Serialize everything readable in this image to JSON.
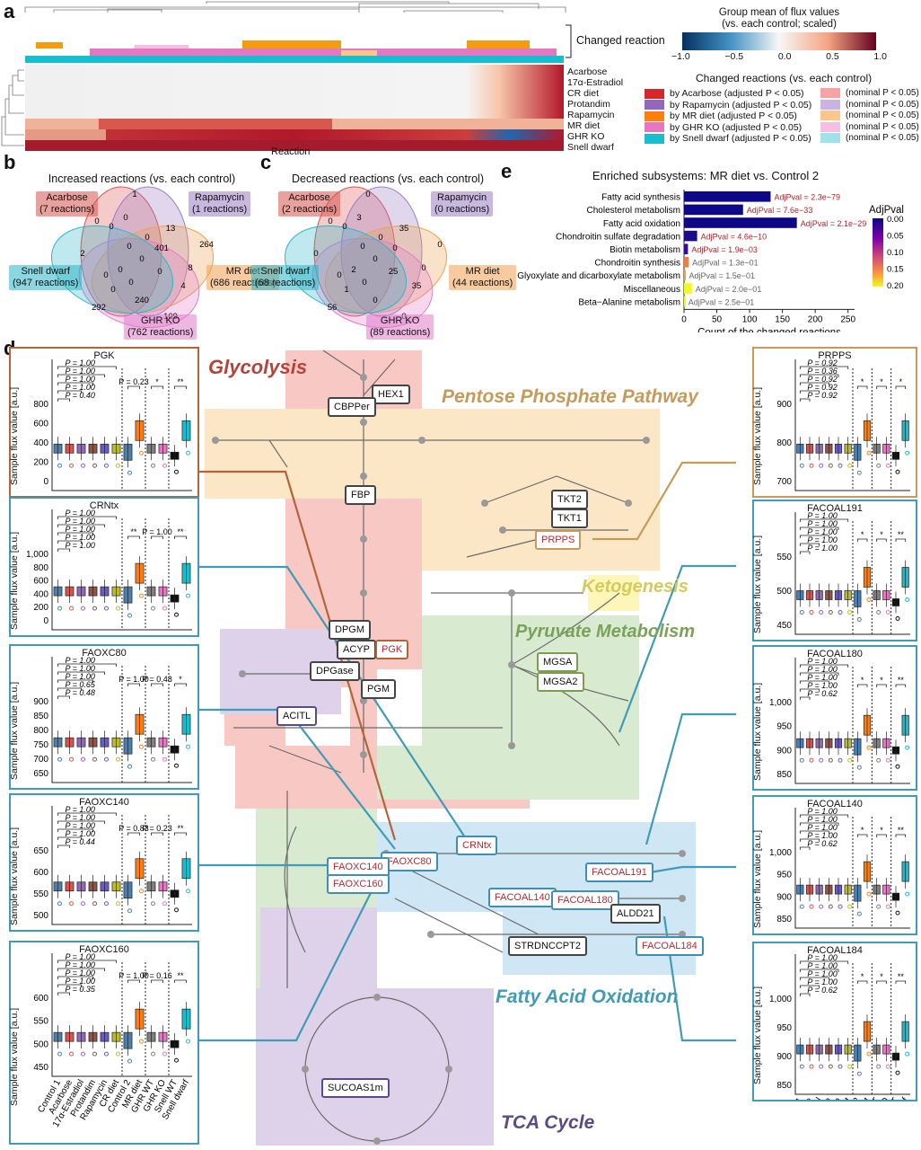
{
  "panels": {
    "a": "a",
    "b": "b",
    "c": "c",
    "d": "d",
    "e": "e"
  },
  "heatmap": {
    "changed_reaction_label": "Changed reaction",
    "xlabel": "Reaction",
    "rows": [
      "Acarbose",
      "17α-Estradiol",
      "CR diet",
      "Protandim",
      "Rapamycin",
      "MR diet",
      "GHR KO",
      "Snell dwarf"
    ],
    "colorbar_title": "Group mean of flux values\n(vs. each control; scaled)",
    "colorbar_ticks": [
      "−1.0",
      "−0.5",
      "0.0",
      "0.5",
      "1.0"
    ],
    "legend_title": "Changed reactions (vs. each control)",
    "legend_adjusted": [
      {
        "label": "by Acarbose (adjusted P < 0.05)",
        "color": "#d62728"
      },
      {
        "label": "by Rapamycin (adjusted P < 0.05)",
        "color": "#9467bd"
      },
      {
        "label": "by MR diet (adjusted P < 0.05)",
        "color": "#ff7f0e"
      },
      {
        "label": "by GHR KO (adjusted P < 0.05)",
        "color": "#e377c2"
      },
      {
        "label": "by Snell dwarf (adjusted P < 0.05)",
        "color": "#17becf"
      }
    ],
    "legend_nominal": [
      {
        "label": "(nominal P < 0.05)",
        "color": "#f5a3a3"
      },
      {
        "label": "(nominal P < 0.05)",
        "color": "#c9b3e0"
      },
      {
        "label": "(nominal P < 0.05)",
        "color": "#ffc58a"
      },
      {
        "label": "(nominal P < 0.05)",
        "color": "#f4bfe3"
      },
      {
        "label": "(nominal P < 0.05)",
        "color": "#9fe2ea"
      }
    ]
  },
  "venn_b": {
    "title": "Increased reactions (vs. each control)",
    "sets": [
      {
        "name": "Acarbose",
        "count": "(7 reactions)",
        "color": "#d9534f"
      },
      {
        "name": "Rapamycin",
        "count": "(1 reactions)",
        "color": "#9b7cc4"
      },
      {
        "name": "MR diet",
        "count": "(686 reactions)",
        "color": "#f0a050"
      },
      {
        "name": "GHR KO",
        "count": "(762 reactions)",
        "color": "#e07cc9"
      },
      {
        "name": "Snell dwarf",
        "count": "(947 reactions)",
        "color": "#2bb7c8"
      }
    ],
    "numbers": [
      "1",
      "2",
      "0",
      "0",
      "0",
      "13",
      "401",
      "264",
      "0",
      "8",
      "0",
      "0",
      "0",
      "4",
      "0",
      "292",
      "240",
      "109",
      "0",
      "0",
      "0"
    ]
  },
  "venn_c": {
    "title": "Decreased reactions (vs. each control)",
    "sets": [
      {
        "name": "Acarbose",
        "count": "(2 reactions)",
        "color": "#d9534f"
      },
      {
        "name": "Rapamycin",
        "count": "(0 reactions)",
        "color": "#9b7cc4"
      },
      {
        "name": "MR diet",
        "count": "(44 reactions)",
        "color": "#f0a050"
      },
      {
        "name": "GHR KO",
        "count": "(89 reactions)",
        "color": "#e07cc9"
      },
      {
        "name": "Snell dwarf",
        "count": "(68 reactions)",
        "color": "#2bb7c8"
      }
    ],
    "numbers": [
      "0",
      "0",
      "0",
      "0",
      "3",
      "35",
      "0",
      "0",
      "1",
      "0",
      "0",
      "0",
      "2",
      "35",
      "25",
      "56",
      "0",
      "0",
      "0",
      "0",
      "0"
    ]
  },
  "chart_data": {
    "type": "bar",
    "title": "Enriched subsystems: MR diet vs. Control 2",
    "xlabel": "Count of the changed reactions",
    "ylabel": "",
    "xlim": [
      0,
      260
    ],
    "xticks": [
      "0",
      "50",
      "100",
      "150",
      "200",
      "250"
    ],
    "colorbar_title": "AdjPval",
    "colorbar_ticks": [
      "0.00",
      "0.05",
      "0.10",
      "0.15",
      "0.20"
    ],
    "categories": [
      "Fatty acid synthesis",
      "Cholesterol metabolism",
      "Fatty acid oxidation",
      "Chondroitin sulfate degradation",
      "Biotin metabolism",
      "Chondroitin synthesis",
      "Glyoxylate and dicarboxylate metabolism",
      "Miscellaneous",
      "Beta−Alanine metabolism"
    ],
    "values": [
      132,
      90,
      172,
      20,
      6,
      7,
      2,
      12,
      1
    ],
    "labels": [
      "AdjPval = 2.3e−79",
      "AdjPval = 7.6e−33",
      "AdjPval = 2.1e−29",
      "AdjPval = 4.6e−10",
      "AdjPval = 1.9e−03",
      "AdjPval = 1.3e−01",
      "AdjPval = 1.5e−01",
      "AdjPval = 2.0e−01",
      "AdjPval = 2.5e−01"
    ],
    "colors": [
      "#0d0887",
      "#0d0887",
      "#0d0887",
      "#1a0a8c",
      "#3a0aa0",
      "#f07a4a",
      "#f59e3c",
      "#f0f921",
      "#f0f921"
    ],
    "significant": [
      true,
      true,
      true,
      true,
      true,
      false,
      false,
      false,
      false
    ]
  },
  "pathways": {
    "glycolysis": "Glycolysis",
    "ppp": "Pentose Phosphate Pathway",
    "ketogenesis": "Ketogenesis",
    "pyruvate": "Pyruvate Metabolism",
    "fao": "Fatty Acid Oxidation",
    "tca": "TCA Cycle"
  },
  "reactions": {
    "hex1": "HEX1",
    "cbpper": "CBPPer",
    "fbp": "FBP",
    "dpgm": "DPGM",
    "acyp": "ACYP",
    "pgk": "PGK",
    "dpgase": "DPGase",
    "pgm": "PGM",
    "tkt2": "TKT2",
    "tkt1": "TKT1",
    "prpps": "PRPPS",
    "mgsa": "MGSA",
    "mgsa2": "MGSA2",
    "acitl": "ACITL",
    "crntx": "CRNtx",
    "faoxc80": "FAOXC80",
    "faoxc140": "FAOXC140",
    "faoxc160": "FAOXC160",
    "facoal191": "FACOAL191",
    "facoal140": "FACOAL140",
    "facoal180": "FACOAL180",
    "aldd21": "ALDD21",
    "strdnccpt2": "STRDNCCPT2",
    "facoal184": "FACOAL184",
    "sucoas1m": "SUCOAS1m"
  },
  "boxplots": {
    "ylabel": "Sample flux value [a.u.]",
    "groups": [
      "Control 1",
      "Acarbose",
      "17α-Estradiol",
      "Protandim",
      "Rapamycin",
      "CR diet",
      "Control 2",
      "MR diet",
      "GHR WT",
      "GHR KO",
      "Snell WT",
      "Snell dwarf"
    ],
    "left": [
      {
        "title": "PGK",
        "ticks": [
          "800",
          "600",
          "400",
          "200",
          "0"
        ],
        "ptexts": [
          "P = 1.00",
          "P = 1.00",
          "P = 1.00",
          "P = 1.00",
          "P = 0.40",
          "P = 0.23",
          "*",
          "**"
        ]
      },
      {
        "title": "CRNtx",
        "ticks": [
          "1,000",
          "800",
          "600",
          "400",
          "200",
          "0"
        ],
        "ptexts": [
          "P = 1.00",
          "P = 1.00",
          "P = 1.00",
          "P = 1.00",
          "P = 1.00",
          "**",
          "P = 1.00",
          "**"
        ]
      },
      {
        "title": "FAOXC80",
        "ticks": [
          "900",
          "850",
          "800",
          "750",
          "700",
          "650"
        ],
        "ptexts": [
          "P = 1.00",
          "P = 1.00",
          "P = 1.00",
          "P = 0.65",
          "P = 0.48",
          "P = 1.00",
          "P = 0.48",
          "*"
        ]
      },
      {
        "title": "FAOXC140",
        "ticks": [
          "650",
          "600",
          "550",
          "500"
        ],
        "ptexts": [
          "P = 1.00",
          "P = 1.00",
          "P = 1.00",
          "P = 1.00",
          "P = 0.44",
          "P = 0.83",
          "P = 0.23",
          "**"
        ]
      },
      {
        "title": "FAOXC160",
        "ticks": [
          "600",
          "550",
          "500",
          "450"
        ],
        "ptexts": [
          "P = 1.00",
          "P = 1.00",
          "P = 1.00",
          "P = 1.00",
          "P = 0.35",
          "P = 1.00",
          "P = 0.16",
          "**"
        ]
      }
    ],
    "right": [
      {
        "title": "PRPPS",
        "ticks": [
          "900",
          "800",
          "700"
        ],
        "ptexts": [
          "P = 0.92",
          "P = 0.36",
          "P = 0.92",
          "P = 0.92",
          "P = 0.92",
          "*",
          "*",
          "*"
        ]
      },
      {
        "title": "FACOAL191",
        "ticks": [
          "550",
          "500",
          "450"
        ],
        "ptexts": [
          "P = 1.00",
          "P = 1.00",
          "P = 1.00",
          "P = 1.00",
          "P = 1.00",
          "*",
          "*",
          "**"
        ]
      },
      {
        "title": "FACOAL180",
        "ticks": [
          "1,000",
          "950",
          "900",
          "850"
        ],
        "ptexts": [
          "P = 1.00",
          "P = 1.00",
          "P = 1.00",
          "P = 1.00",
          "P = 0.62",
          "*",
          "*",
          "**"
        ]
      },
      {
        "title": "FACOAL140",
        "ticks": [
          "1,000",
          "950",
          "900",
          "850"
        ],
        "ptexts": [
          "P = 1.00",
          "P = 1.00",
          "P = 1.00",
          "P = 1.00",
          "P = 0.62",
          "*",
          "*",
          "**"
        ]
      },
      {
        "title": "FACOAL184",
        "ticks": [
          "1,000",
          "950",
          "900",
          "850"
        ],
        "ptexts": [
          "P = 1.00",
          "P = 1.00",
          "P = 1.00",
          "P = 1.00",
          "P = 0.62",
          "*",
          "*",
          "**"
        ]
      }
    ]
  }
}
